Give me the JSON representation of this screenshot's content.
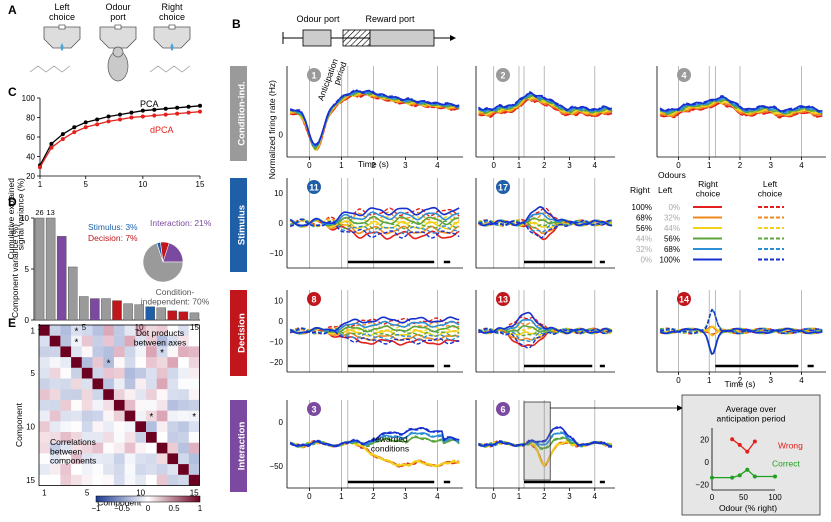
{
  "panel_letters": {
    "a": "A",
    "b": "B",
    "c": "C",
    "d": "D",
    "e": "E"
  },
  "panel_a": {
    "labels": [
      "Left\nchoice",
      "Odour\nport",
      "Right\nchoice"
    ]
  },
  "timeline": {
    "odour_port": "Odour port",
    "reward_port": "Reward port",
    "anticipation": "Anticipation\nperiod"
  },
  "row_labels": [
    "Condition-ind.",
    "Stimulus",
    "Decision",
    "Interaction"
  ],
  "row_colors": [
    "#9a9a9a",
    "#1f5fa8",
    "#c0161c",
    "#7b4aa0"
  ],
  "components": [
    {
      "num": "1",
      "color": "#9a9a9a"
    },
    {
      "num": "2",
      "color": "#9a9a9a"
    },
    {
      "num": "4",
      "color": "#9a9a9a"
    },
    {
      "num": "11",
      "color": "#1f5fa8"
    },
    {
      "num": "17",
      "color": "#1f5fa8"
    },
    {
      "num": "8",
      "color": "#c0161c"
    },
    {
      "num": "13",
      "color": "#c0161c"
    },
    {
      "num": "14",
      "color": "#c0161c"
    },
    {
      "num": "3",
      "color": "#7b4aa0"
    },
    {
      "num": "6",
      "color": "#7b4aa0"
    }
  ],
  "axes_text": {
    "ylabel_rate": "Normalized firing rate (Hz)",
    "xlabel_time": "Time (s)",
    "rewarded": "rewarded\nconditions"
  },
  "legend": {
    "title": "Odours",
    "col_right": "Right",
    "col_left": "Left",
    "col_rchoice": "Right\nchoice",
    "col_lchoice": "Left\nchoice",
    "rows": [
      {
        "right": "100%",
        "left": "0%",
        "color": "#e3201b"
      },
      {
        "right": "68%",
        "left": "32%",
        "color": "#f08a1c"
      },
      {
        "right": "56%",
        "left": "44%",
        "color": "#f1d21a"
      },
      {
        "right": "44%",
        "left": "56%",
        "color": "#5ca53e"
      },
      {
        "right": "32%",
        "left": "68%",
        "color": "#2c8fd6"
      },
      {
        "right": "0%",
        "left": "100%",
        "color": "#1730d0"
      }
    ]
  },
  "inset": {
    "title": "Average over\nanticipation period",
    "wrong": "Wrong",
    "correct": "Correct",
    "xlabel": "Odour (% right)",
    "chart_data": {
      "type": "line",
      "x": [
        0,
        32,
        44,
        56,
        68,
        100
      ],
      "series": [
        {
          "name": "Wrong",
          "values": [
            null,
            20,
            15,
            9,
            18,
            null
          ],
          "color": "#e3201b"
        },
        {
          "name": "Correct",
          "values": [
            -14,
            -14,
            -12,
            -7,
            -13,
            -13
          ],
          "color": "#20a020"
        }
      ],
      "xlim": [
        0,
        100
      ],
      "ylim": [
        -25,
        30
      ]
    }
  },
  "panel_c": {
    "ylabel": "Cumulative explained\nsignal variance (%)",
    "pca": "PCA",
    "dpca": "dPCA",
    "chart_data": {
      "type": "line",
      "x": [
        1,
        2,
        3,
        4,
        5,
        6,
        7,
        8,
        9,
        10,
        11,
        12,
        13,
        14,
        15
      ],
      "series": [
        {
          "name": "PCA",
          "values": [
            31,
            53,
            63,
            70,
            75,
            78,
            81,
            83,
            85,
            87,
            88,
            89,
            90,
            91,
            92
          ],
          "color": "#000000"
        },
        {
          "name": "dPCA",
          "values": [
            29,
            49,
            58,
            65,
            70,
            73,
            76,
            78,
            80,
            81,
            82,
            83,
            84,
            85,
            86
          ],
          "color": "#e3201b"
        }
      ],
      "xlim": [
        1,
        15
      ],
      "ylim": [
        20,
        100
      ]
    }
  },
  "panel_d": {
    "ylabel": "Component variance (%)",
    "top_labels": [
      "26",
      "13"
    ],
    "stimulus": "Stimulus: 3%",
    "decision": "Decision: 7%",
    "interaction": "Interaction: 21%",
    "cond_ind": "Condition-\nindependent: 70%",
    "chart_data": {
      "type": "bar",
      "categories": [
        1,
        2,
        3,
        4,
        5,
        6,
        7,
        8,
        9,
        10,
        11,
        12,
        13,
        14,
        15
      ],
      "values": [
        26,
        13,
        8.2,
        5.2,
        2.3,
        2.1,
        2.1,
        1.9,
        1.6,
        1.5,
        1.3,
        1.2,
        0.9,
        0.8,
        0.7
      ],
      "colors": [
        "#9a9a9a",
        "#9a9a9a",
        "#7b4aa0",
        "#9a9a9a",
        "#9a9a9a",
        "#7b4aa0",
        "#9a9a9a",
        "#c0161c",
        "#9a9a9a",
        "#9a9a9a",
        "#1f5fa8",
        "#9a9a9a",
        "#c0161c",
        "#c0161c",
        "#9a9a9a"
      ],
      "ylim": [
        0,
        10
      ]
    },
    "pie": [
      {
        "label": "Condition-independent",
        "value": 70,
        "color": "#9a9a9a"
      },
      {
        "label": "Stimulus",
        "value": 3,
        "color": "#1f5fa8"
      },
      {
        "label": "Decision",
        "value": 7,
        "color": "#c0161c"
      },
      {
        "label": "Interaction",
        "value": 21,
        "color": "#7b4aa0"
      }
    ]
  },
  "panel_e": {
    "ylabel": "Component",
    "xlabel": "Component",
    "dot_products": "Dot products\nbetween axes",
    "correlations": "Correlations\nbetween\ncomponents",
    "colorbar_ticks": [
      "−1",
      "−0.5",
      "0",
      "0.5",
      "1"
    ]
  }
}
